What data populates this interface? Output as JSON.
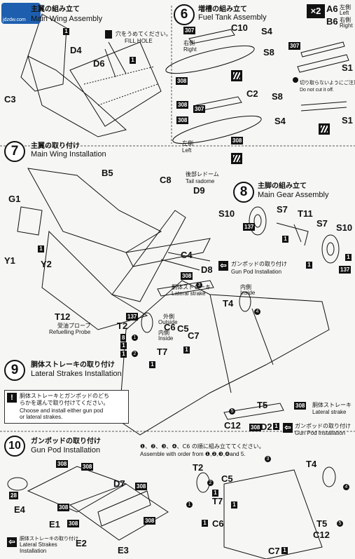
{
  "watermark": "jdzdw.com",
  "steps": {
    "s5": {
      "title_jp": "主翼の組み立て",
      "title_en": "Main Wing Assembly"
    },
    "s6": {
      "number": "6",
      "title_jp": "増槽の組み立て",
      "title_en": "Fuel Tank Assembly"
    },
    "s7": {
      "number": "7",
      "title_jp": "主翼の取り付け",
      "title_en": "Main Wing Installation"
    },
    "s8": {
      "number": "8",
      "title_jp": "主脚の組み立て",
      "title_en": "Main Gear Assembly"
    },
    "s9": {
      "number": "9",
      "title_jp": "胴体ストレーキの取り付け",
      "title_en": "Lateral Strakes Installation"
    },
    "s10": {
      "number": "10",
      "title_jp": "ガンポッドの取り付け",
      "title_en": "Gun Pod Installation"
    }
  },
  "notes": {
    "fill_hole_jp": "穴をうめてください。",
    "fill_hole_en": "FILL HOLE",
    "cut_jp": "切り取らないようにご注意ください。",
    "cut_en": "Do not cut it off.",
    "right_jp": "右側",
    "right_en": "Right",
    "left_jp": "左側",
    "left_en": "Left",
    "tail_radome_jp": "後部レドーム",
    "tail_radome_en": "Tail radome",
    "refuel_jp": "受油プローブ",
    "refuel_en": "Refuelling Probe",
    "outside_jp": "外側",
    "outside_en": "Outside",
    "inside_jp": "内側",
    "inside_en": "Inside",
    "lateral_strake_jp": "胴体ストレーキ",
    "lateral_strake_en": "Lateral strake",
    "gunpod_jp": "ガンポッドの取り付け",
    "gunpod_en": "Gun Pod Installation",
    "choose_jp1": "胴体ストレーキとガンポッドのどち",
    "choose_jp2": "らかを選んで取り付けてください。",
    "choose_en1": "Choose and install either gun pod",
    "choose_en2": "or lateral strakes.",
    "order_jp": "❶、❷、❸、❹、C6 の順に組み立ててください。",
    "order_en": "Assemble with order from ❶,❷,❸,❹and 5.",
    "lateral_install_en1": "Lateral Strakes",
    "lateral_install_en2": "Installation",
    "lateral_install_jp": "胴体ストレーキの取り付け",
    "x2": "×2"
  },
  "labels": {
    "D4": "D4",
    "D6": "D6",
    "C3": "C3",
    "C10": "C10",
    "S4a": "S4",
    "S8a": "S8",
    "C2": "C2",
    "S8b": "S8",
    "S4b": "S4",
    "A6": "A6",
    "B6": "B6",
    "S1a": "S1",
    "S1b": "S1",
    "B5": "B5",
    "C8": "C8",
    "D9": "D9",
    "G1": "G1",
    "Y1": "Y1",
    "Y2": "Y2",
    "C4": "C4",
    "T12": "T12",
    "S10a": "S10",
    "S7a": "S7",
    "T11": "T11",
    "S7b": "S7",
    "S10b": "S10",
    "D8": "D8",
    "T4a": "T4",
    "T2a": "T2",
    "C6a": "C6",
    "C5a": "C5",
    "C7a": "C7",
    "T7a": "T7",
    "C12a": "C12",
    "T5a": "T5",
    "D2": "D2",
    "D7": "D7",
    "E4": "E4",
    "E1": "E1",
    "E2": "E2",
    "E3": "E3",
    "T2b": "T2",
    "C5b": "C5",
    "T7b": "T7",
    "T4b": "T4",
    "C6b": "C6",
    "T5b": "T5",
    "C12b": "C12",
    "C7b": "C7"
  },
  "paint_codes": {
    "c307": "307",
    "c308": "308",
    "c137": "137",
    "c28": "28",
    "c8": "8",
    "c1": "1"
  },
  "small_markers": {
    "left": "左側",
    "left_en": "Left",
    "right": "右側",
    "right_en": "Right"
  }
}
